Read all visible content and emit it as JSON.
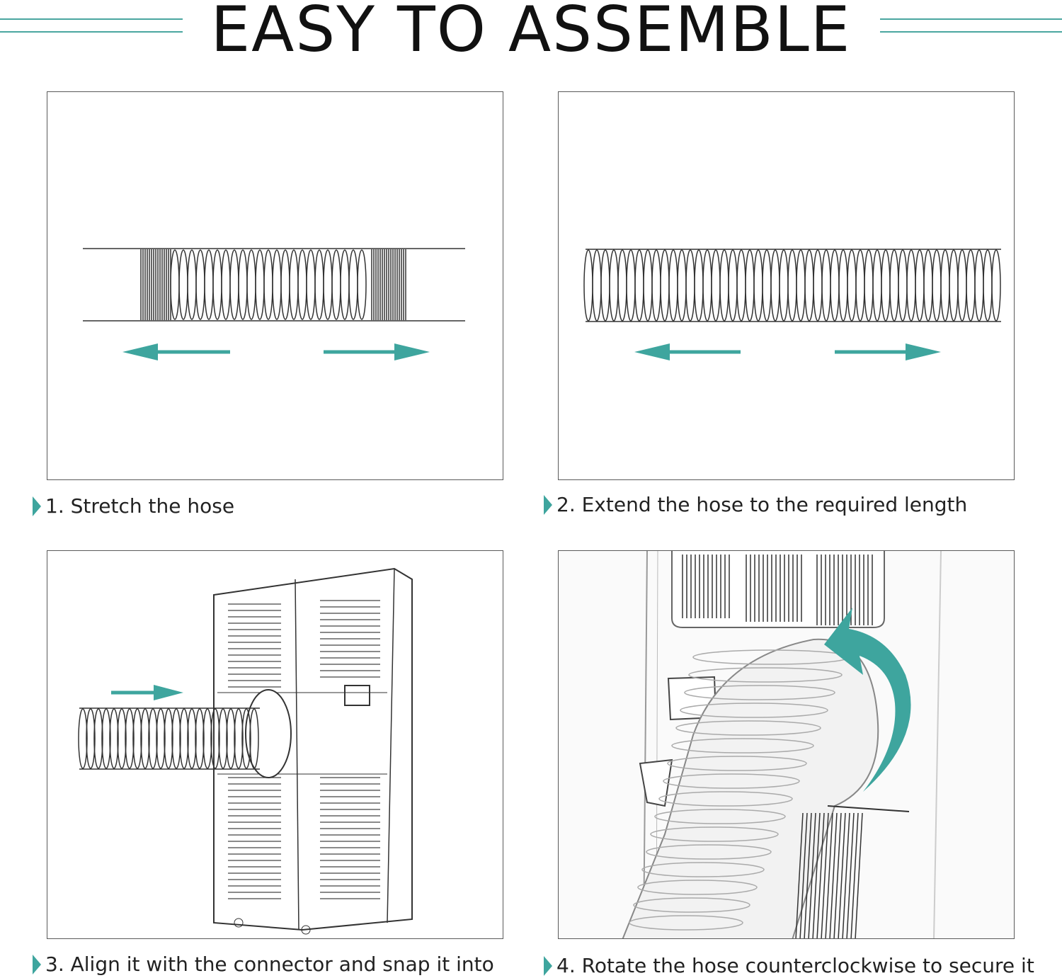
{
  "header": {
    "title": "EASY TO ASSEMBLE"
  },
  "steps": [
    {
      "caption": "1. Stretch the hose"
    },
    {
      "caption": "2. Extend the hose to the required length"
    },
    {
      "caption": "3. Align it with the connector and snap it into"
    },
    {
      "caption": "4. Rotate the hose counterclockwise to secure it"
    }
  ],
  "colors": {
    "accent": "#3ea59e",
    "line": "#333333"
  }
}
